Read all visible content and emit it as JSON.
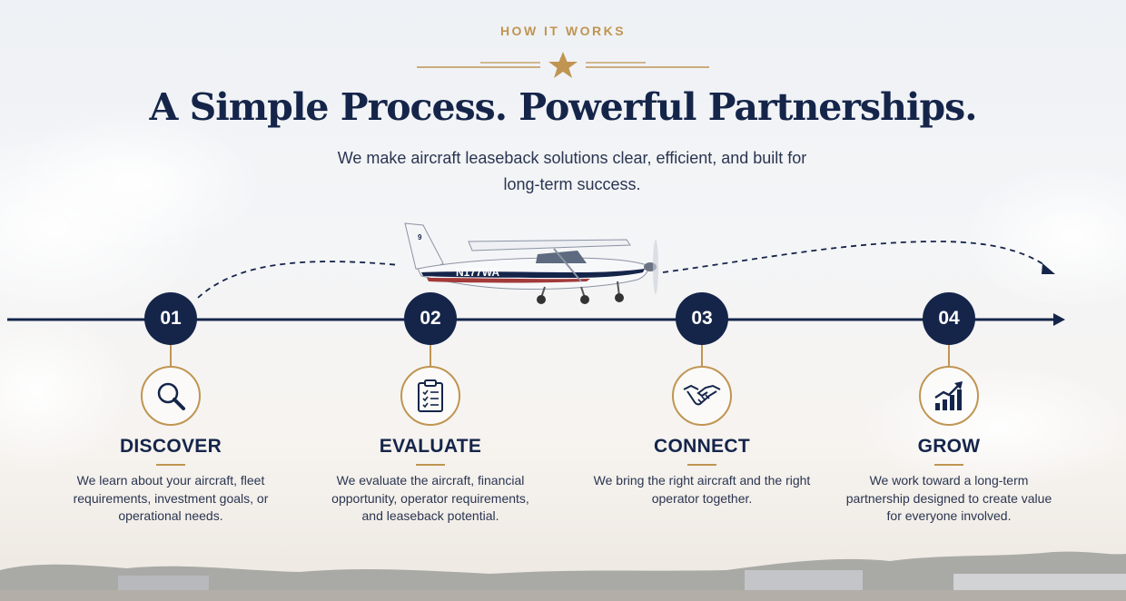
{
  "header": {
    "eyebrow": "HOW IT WORKS",
    "title": "A Simple Process.  Powerful Partnerships.",
    "subtitle": "We make aircraft leaseback solutions clear, efficient, and built for long-term success."
  },
  "aircraft": {
    "registration": "N177WA"
  },
  "steps": [
    {
      "number": "01",
      "title": "DISCOVER",
      "icon": "search-icon",
      "description": "We learn about your aircraft, fleet requirements, investment goals, or operational needs."
    },
    {
      "number": "02",
      "title": "EVALUATE",
      "icon": "clipboard-checklist-icon",
      "description": "We evaluate the aircraft, financial opportunity, operator requirements, and leaseback potential."
    },
    {
      "number": "03",
      "title": "CONNECT",
      "icon": "handshake-icon",
      "description": "We bring the right aircraft and the right operator together."
    },
    {
      "number": "04",
      "title": "GROW",
      "icon": "growth-chart-icon",
      "description": "We work toward a long-term partnership designed to create value for everyone involved."
    }
  ],
  "colors": {
    "navy": "#15254a",
    "gold": "#c09552"
  }
}
